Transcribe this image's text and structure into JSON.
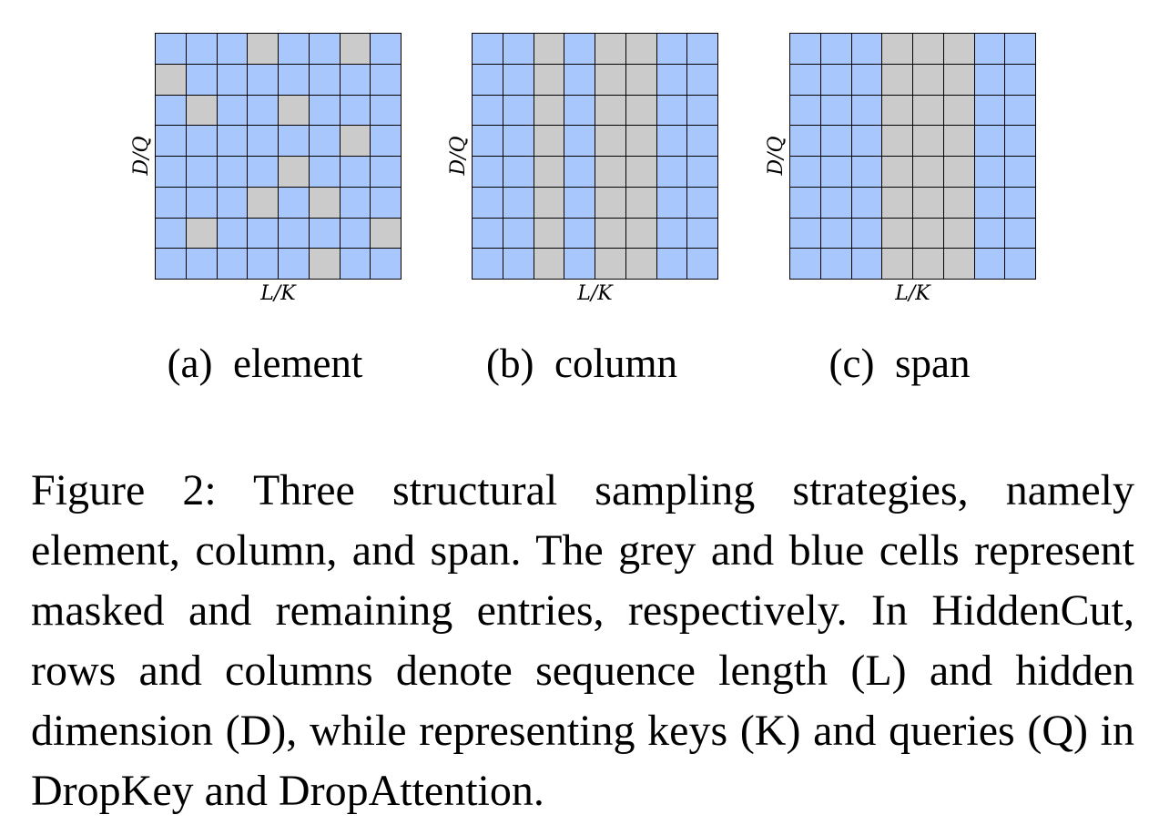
{
  "colors": {
    "remaining": "#a8c8fd",
    "masked": "#cbcbcb",
    "grid_line": "#000000"
  },
  "panels": [
    {
      "id": "element",
      "sublabel": "(a)  element",
      "xlabel": "L/K",
      "ylabel": "D/Q",
      "mask": [
        [
          0,
          0,
          0,
          1,
          0,
          0,
          1,
          0
        ],
        [
          1,
          0,
          0,
          0,
          0,
          0,
          0,
          0
        ],
        [
          0,
          1,
          0,
          0,
          1,
          0,
          0,
          0
        ],
        [
          0,
          0,
          0,
          0,
          0,
          0,
          1,
          0
        ],
        [
          0,
          0,
          0,
          0,
          1,
          0,
          0,
          0
        ],
        [
          0,
          0,
          0,
          1,
          0,
          1,
          0,
          0
        ],
        [
          0,
          1,
          0,
          0,
          0,
          0,
          0,
          1
        ],
        [
          0,
          0,
          0,
          0,
          0,
          1,
          0,
          0
        ]
      ]
    },
    {
      "id": "column",
      "sublabel": "(b)  column",
      "xlabel": "L/K",
      "ylabel": "D/Q",
      "mask": [
        [
          0,
          0,
          1,
          0,
          1,
          1,
          0,
          0
        ],
        [
          0,
          0,
          1,
          0,
          1,
          1,
          0,
          0
        ],
        [
          0,
          0,
          1,
          0,
          1,
          1,
          0,
          0
        ],
        [
          0,
          0,
          1,
          0,
          1,
          1,
          0,
          0
        ],
        [
          0,
          0,
          1,
          0,
          1,
          1,
          0,
          0
        ],
        [
          0,
          0,
          1,
          0,
          1,
          1,
          0,
          0
        ],
        [
          0,
          0,
          1,
          0,
          1,
          1,
          0,
          0
        ],
        [
          0,
          0,
          1,
          0,
          1,
          1,
          0,
          0
        ]
      ]
    },
    {
      "id": "span",
      "sublabel": "(c)  span",
      "xlabel": "L/K",
      "ylabel": "D/Q",
      "mask": [
        [
          0,
          0,
          0,
          1,
          1,
          1,
          0,
          0
        ],
        [
          0,
          0,
          0,
          1,
          1,
          1,
          0,
          0
        ],
        [
          0,
          0,
          0,
          1,
          1,
          1,
          0,
          0
        ],
        [
          0,
          0,
          0,
          1,
          1,
          1,
          0,
          0
        ],
        [
          0,
          0,
          0,
          1,
          1,
          1,
          0,
          0
        ],
        [
          0,
          0,
          0,
          1,
          1,
          1,
          0,
          0
        ],
        [
          0,
          0,
          0,
          1,
          1,
          1,
          0,
          0
        ],
        [
          0,
          0,
          0,
          1,
          1,
          1,
          0,
          0
        ]
      ]
    }
  ],
  "caption": {
    "text": "Figure 2: Three structural sampling strategies, namely element, column, and span.  The grey and blue cells represent masked and remaining entries, respectively. In HiddenCut, rows and columns denote sequence length (L) and hidden dimension (D), while representing keys (K) and queries (Q) in DropKey and DropAttention."
  }
}
